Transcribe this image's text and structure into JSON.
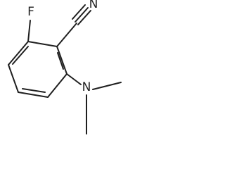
{
  "molecule": {
    "atoms": {
      "fluorine": "F",
      "nitrile_nitrogen": "N",
      "amine_nitrogen": "N"
    },
    "bond_color": "#1f1f1f"
  }
}
